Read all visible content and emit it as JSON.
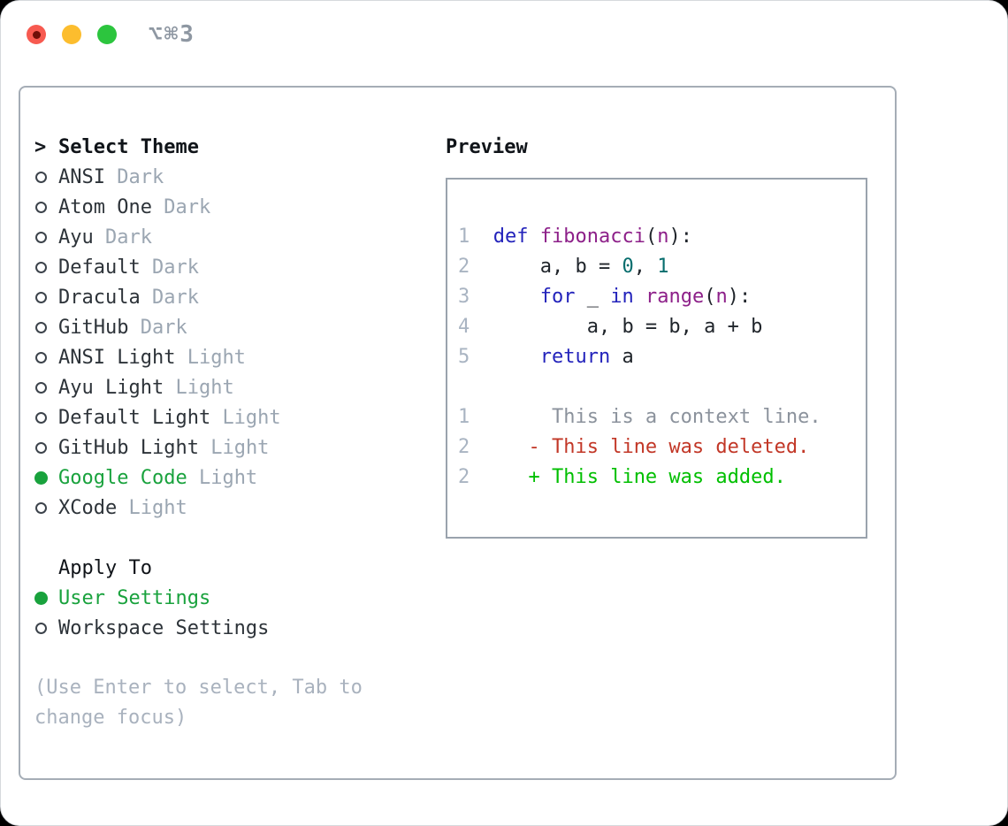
{
  "window": {
    "title": "⌥⌘3"
  },
  "theme_picker": {
    "prompt": ">",
    "heading": "Select Theme",
    "items": [
      {
        "name": "ANSI",
        "variant": "Dark",
        "selected": false
      },
      {
        "name": "Atom One",
        "variant": "Dark",
        "selected": false
      },
      {
        "name": "Ayu",
        "variant": "Dark",
        "selected": false
      },
      {
        "name": "Default",
        "variant": "Dark",
        "selected": false
      },
      {
        "name": "Dracula",
        "variant": "Dark",
        "selected": false
      },
      {
        "name": "GitHub",
        "variant": "Dark",
        "selected": false
      },
      {
        "name": "ANSI Light",
        "variant": "Light",
        "selected": false
      },
      {
        "name": "Ayu Light",
        "variant": "Light",
        "selected": false
      },
      {
        "name": "Default Light",
        "variant": "Light",
        "selected": false
      },
      {
        "name": "GitHub Light",
        "variant": "Light",
        "selected": false
      },
      {
        "name": "Google Code",
        "variant": "Light",
        "selected": true
      },
      {
        "name": "XCode",
        "variant": "Light",
        "selected": false
      }
    ]
  },
  "apply_to": {
    "heading": "Apply To",
    "options": [
      {
        "label": "User Settings",
        "selected": true
      },
      {
        "label": "Workspace Settings",
        "selected": false
      }
    ]
  },
  "help_lines": [
    "(Use Enter to select, Tab to",
    "change focus)"
  ],
  "preview": {
    "heading": "Preview",
    "code": [
      {
        "num": "1",
        "segments": [
          {
            "c": "kw",
            "t": "def"
          },
          {
            "c": "pl",
            "t": " "
          },
          {
            "c": "fn",
            "t": "fibonacci"
          },
          {
            "c": "pl",
            "t": "("
          },
          {
            "c": "fn",
            "t": "n"
          },
          {
            "c": "pl",
            "t": "):"
          }
        ]
      },
      {
        "num": "2",
        "segments": [
          {
            "c": "pl",
            "t": "    a, b = "
          },
          {
            "c": "lit",
            "t": "0"
          },
          {
            "c": "pl",
            "t": ", "
          },
          {
            "c": "lit",
            "t": "1"
          }
        ]
      },
      {
        "num": "3",
        "segments": [
          {
            "c": "pl",
            "t": "    "
          },
          {
            "c": "kw",
            "t": "for"
          },
          {
            "c": "pl",
            "t": " _ "
          },
          {
            "c": "kw",
            "t": "in"
          },
          {
            "c": "pl",
            "t": " "
          },
          {
            "c": "fn",
            "t": "range"
          },
          {
            "c": "pl",
            "t": "("
          },
          {
            "c": "fn",
            "t": "n"
          },
          {
            "c": "pl",
            "t": "):"
          }
        ]
      },
      {
        "num": "4",
        "segments": [
          {
            "c": "pl",
            "t": "        a, b = b, a + b"
          }
        ]
      },
      {
        "num": "5",
        "segments": [
          {
            "c": "pl",
            "t": "    "
          },
          {
            "c": "kw",
            "t": "return"
          },
          {
            "c": "pl",
            "t": " a"
          }
        ]
      }
    ],
    "diff": [
      {
        "num": "1",
        "kind": "context",
        "marker": " ",
        "text": "This is a context line."
      },
      {
        "num": "2",
        "kind": "deleted",
        "marker": "-",
        "text": "This line was deleted."
      },
      {
        "num": "2",
        "kind": "added",
        "marker": "+",
        "text": "This line was added."
      }
    ]
  },
  "colors": {
    "accent_green": "#19a23d",
    "muted_gray": "#9ba6b2",
    "keyword_blue": "#2323bb",
    "function_purple": "#8d2089",
    "literal_teal": "#066d6d",
    "line_number_gray": "#a9b4c2",
    "diff_context_gray": "#8b929c",
    "diff_deleted_red": "#c23727",
    "diff_added_green": "#00bf00",
    "traffic_red": "#f75a50",
    "traffic_yellow": "#fcbd2e",
    "traffic_green": "#2cc53e"
  }
}
